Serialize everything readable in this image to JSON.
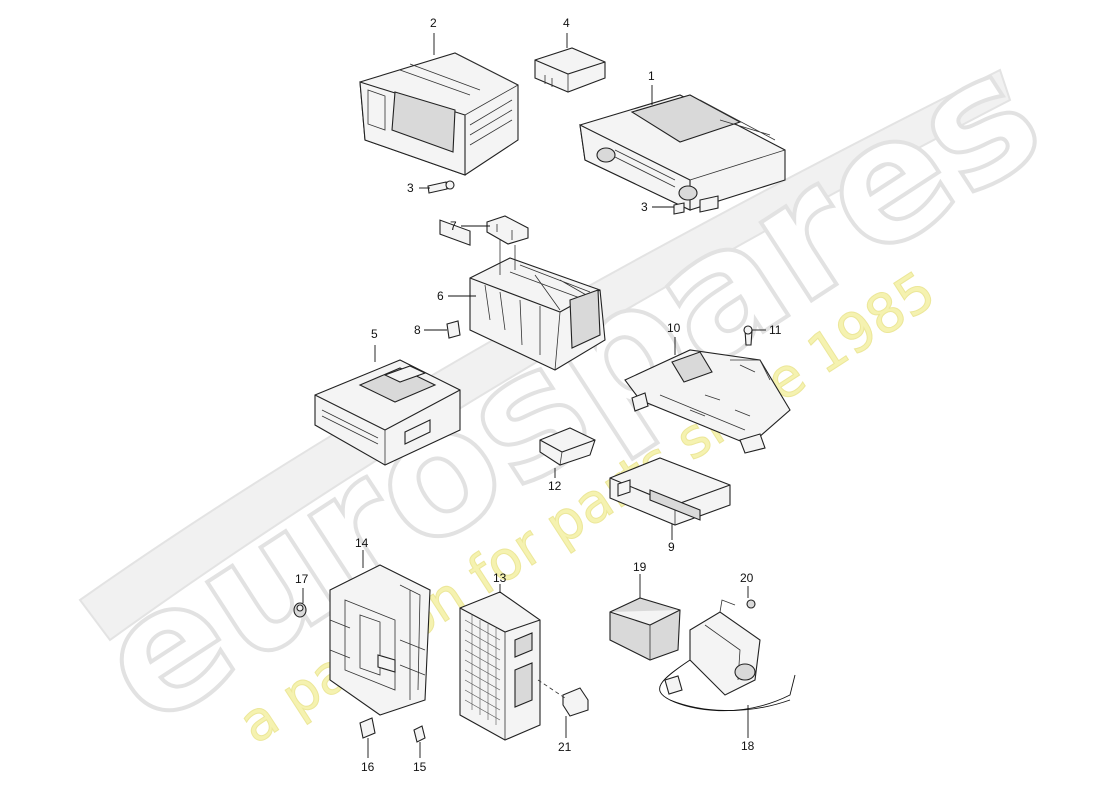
{
  "watermark": {
    "brand": "eurospares",
    "tagline": "a passion for parts since 1985",
    "brand_color": "#e9e9e9",
    "tagline_color": "#f3f0a0"
  },
  "callouts": {
    "c1": "1",
    "c2": "2",
    "c3a": "3",
    "c3b": "3",
    "c4": "4",
    "c5": "5",
    "c6": "6",
    "c7": "7",
    "c8": "8",
    "c9": "9",
    "c10": "10",
    "c11": "11",
    "c12": "12",
    "c13": "13",
    "c14": "14",
    "c15": "15",
    "c16": "16",
    "c17": "17",
    "c18": "18",
    "c19": "19",
    "c20": "20",
    "c21": "21"
  }
}
